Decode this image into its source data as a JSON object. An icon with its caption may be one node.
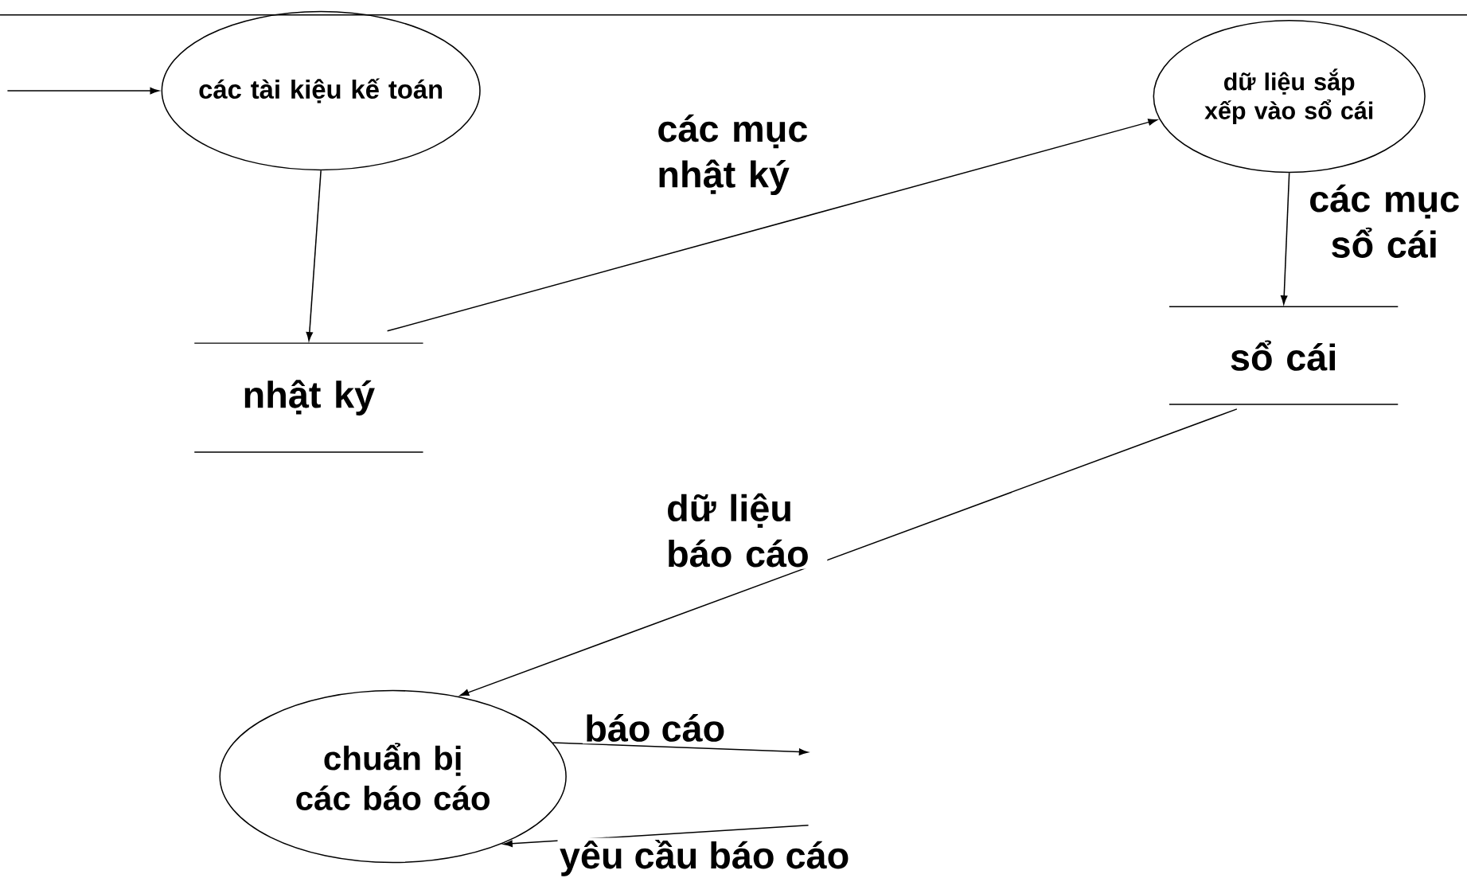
{
  "diagram": {
    "nodes": [
      {
        "text": [
          "các tài kiệu kế toán"
        ]
      },
      {
        "text": [
          "nhật ký"
        ]
      },
      {
        "text": [
          "dữ liệu sắp xếp vào sổ cái"
        ]
      },
      {
        "text": [
          "sổ cái"
        ]
      },
      {
        "text": [
          "chuẩn bị các báo cáo"
        ]
      }
    ],
    "edges": [
      {
        "from": null,
        "to": 0,
        "arrow": "to"
      },
      {
        "from": 0,
        "to": 1,
        "arrow": "to"
      },
      {
        "from": 1,
        "to": 2,
        "arrow": "to",
        "label": "các mục nhật ký"
      },
      {
        "from": 2,
        "to": 3,
        "arrow": "to",
        "label": "các mục sổ cái"
      },
      {
        "from": 3,
        "to": 4,
        "arrow": "to",
        "label": "dữ liệu báo cáo"
      },
      {
        "from": 4,
        "to": null,
        "arrow": "to",
        "label": "báo cáo"
      },
      {
        "from": null,
        "to": 4,
        "arrow": "to",
        "label": "yêu cầu báo cáo"
      }
    ]
  }
}
